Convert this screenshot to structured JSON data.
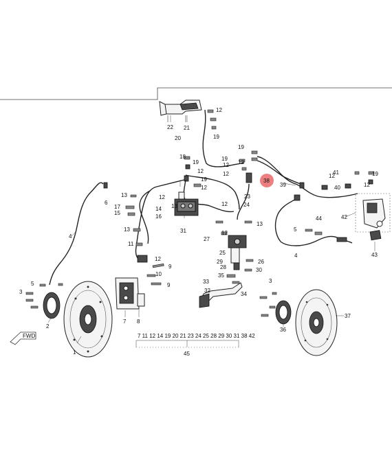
{
  "callouts": {
    "n1": "1",
    "n2": "2",
    "n3": "3",
    "n4": "4",
    "n5": "5",
    "n6": "6",
    "n7": "7",
    "n8": "8",
    "n9": "9",
    "n10": "10",
    "n11": "11",
    "n12": "12",
    "n13": "13",
    "n14": "14",
    "n15": "15",
    "n16": "16",
    "n17": "17",
    "n18": "18",
    "n19": "19",
    "n20": "20",
    "n21": "21",
    "n22": "22",
    "n23": "23",
    "n24": "24",
    "n25": "25",
    "n26": "26",
    "n27": "27",
    "n28": "28",
    "n29": "29",
    "n30": "30",
    "n31": "31",
    "n32": "32",
    "n33": "33",
    "n34": "34",
    "n35": "35",
    "n36": "36",
    "n37": "37",
    "n38": "38",
    "n39": "39",
    "n40": "40",
    "n41": "41",
    "n42": "42",
    "n43": "43",
    "n44": "44",
    "n45": "45"
  },
  "kit_list": "7 11 12 14 19 20 21 23 24 25 28 29 30 31 38 42",
  "kit_number": "45",
  "front_arrow_text": "FWD",
  "colors": {
    "highlight": "#e96a6a",
    "line": "#222222"
  }
}
